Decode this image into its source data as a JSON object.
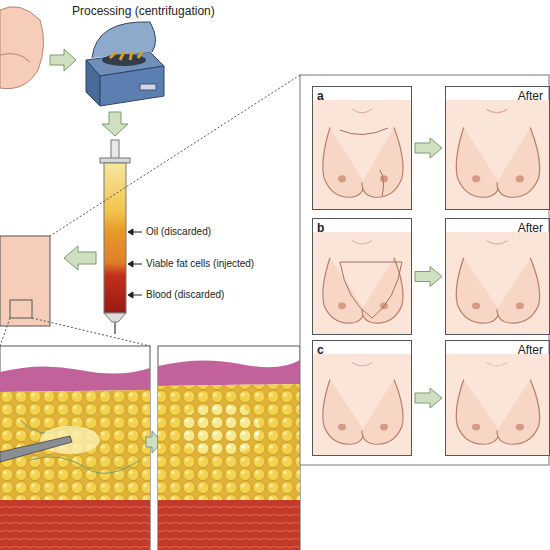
{
  "diagram": {
    "nodes": [
      {
        "text": [
          "a"
        ]
      },
      {
        "text": [
          "After"
        ]
      },
      {
        "text": [
          "b"
        ]
      },
      {
        "text": [
          "After"
        ]
      },
      {
        "text": [
          "c"
        ]
      },
      {
        "text": [
          "After"
        ]
      }
    ],
    "edges": [
      {
        "from": 0,
        "to": 1,
        "arrow": "to"
      },
      {
        "from": 2,
        "to": 3,
        "arrow": "to"
      },
      {
        "from": 4,
        "to": 5,
        "arrow": "to"
      }
    ],
    "labels": [
      "Processing (centrifugation)",
      "Oil (discarded)",
      "Viable fat cells (injected)",
      "Blood (discarded)"
    ]
  }
}
